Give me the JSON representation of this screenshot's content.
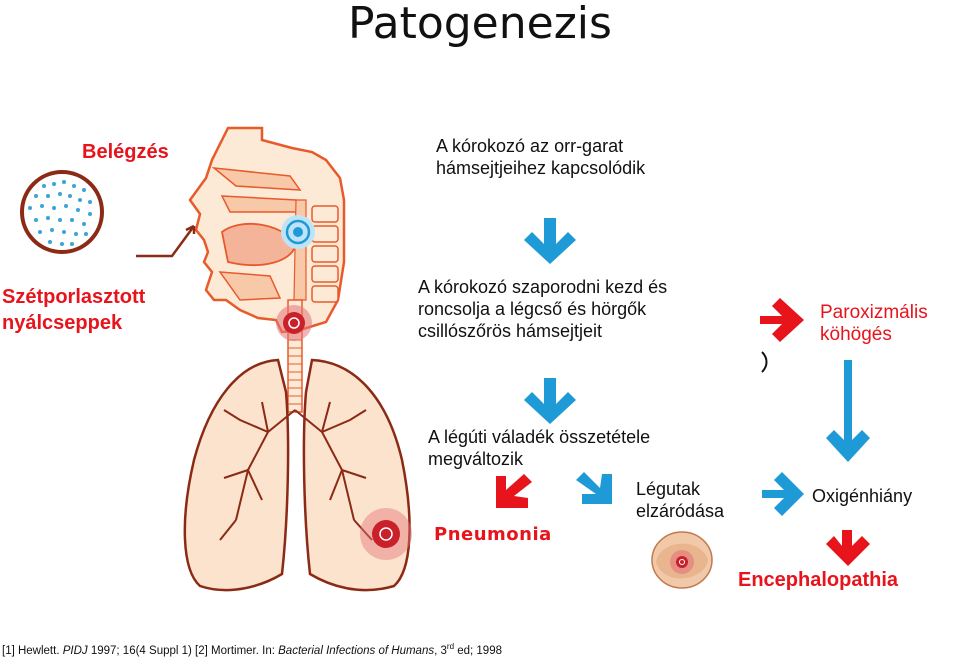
{
  "title": "Patogenezis",
  "left": {
    "inhalation_label": "Belégzés",
    "droplets_label_line1": "Szétporlasztott",
    "droplets_label_line2": "nyálcseppek"
  },
  "steps": {
    "step1_line1": "A kórokozó az orr-garat",
    "step1_line2": "hámsejtjeihez kapcsolódik",
    "step2_line1": "A kórokozó szaporodni kezd és",
    "step2_line2": "roncsolja a légcső és hörgők",
    "step2_line3": "csillószőrös hámsejtjeit",
    "step3_line1": "A légúti váladék összetétele",
    "step3_line2": "megváltozik",
    "airway_line1": "Légutak",
    "airway_line2": "elzáródása",
    "pneumonia": "Pneumonia",
    "hypoxia": "Oxigénhiány",
    "encephalopathy": "Encephalopathia",
    "cough_line1": "Paroxizmális",
    "cough_line2": "köhögés"
  },
  "footer": {
    "ref1": "[1] Hewlett. ",
    "ref1_journal": "PIDJ",
    "ref1_rest": " 1997; 16(4 Suppl 1) [2] Mortimer. In: ",
    "ref2_book": "Bacterial Infections of Humans",
    "ref2_edition": ", 3",
    "ref2_sup": "rd",
    "ref2_rest": " ed; 1998"
  },
  "colors": {
    "blue_arrow": "#1e9ad6",
    "red_arrow": "#e8141c",
    "lung_fill": "#fbe3cd",
    "lung_stroke": "#8b2a15",
    "skin": "#fce9d6",
    "anatomy_stroke": "#e85a2a",
    "droplet": "#3aa3d8"
  }
}
